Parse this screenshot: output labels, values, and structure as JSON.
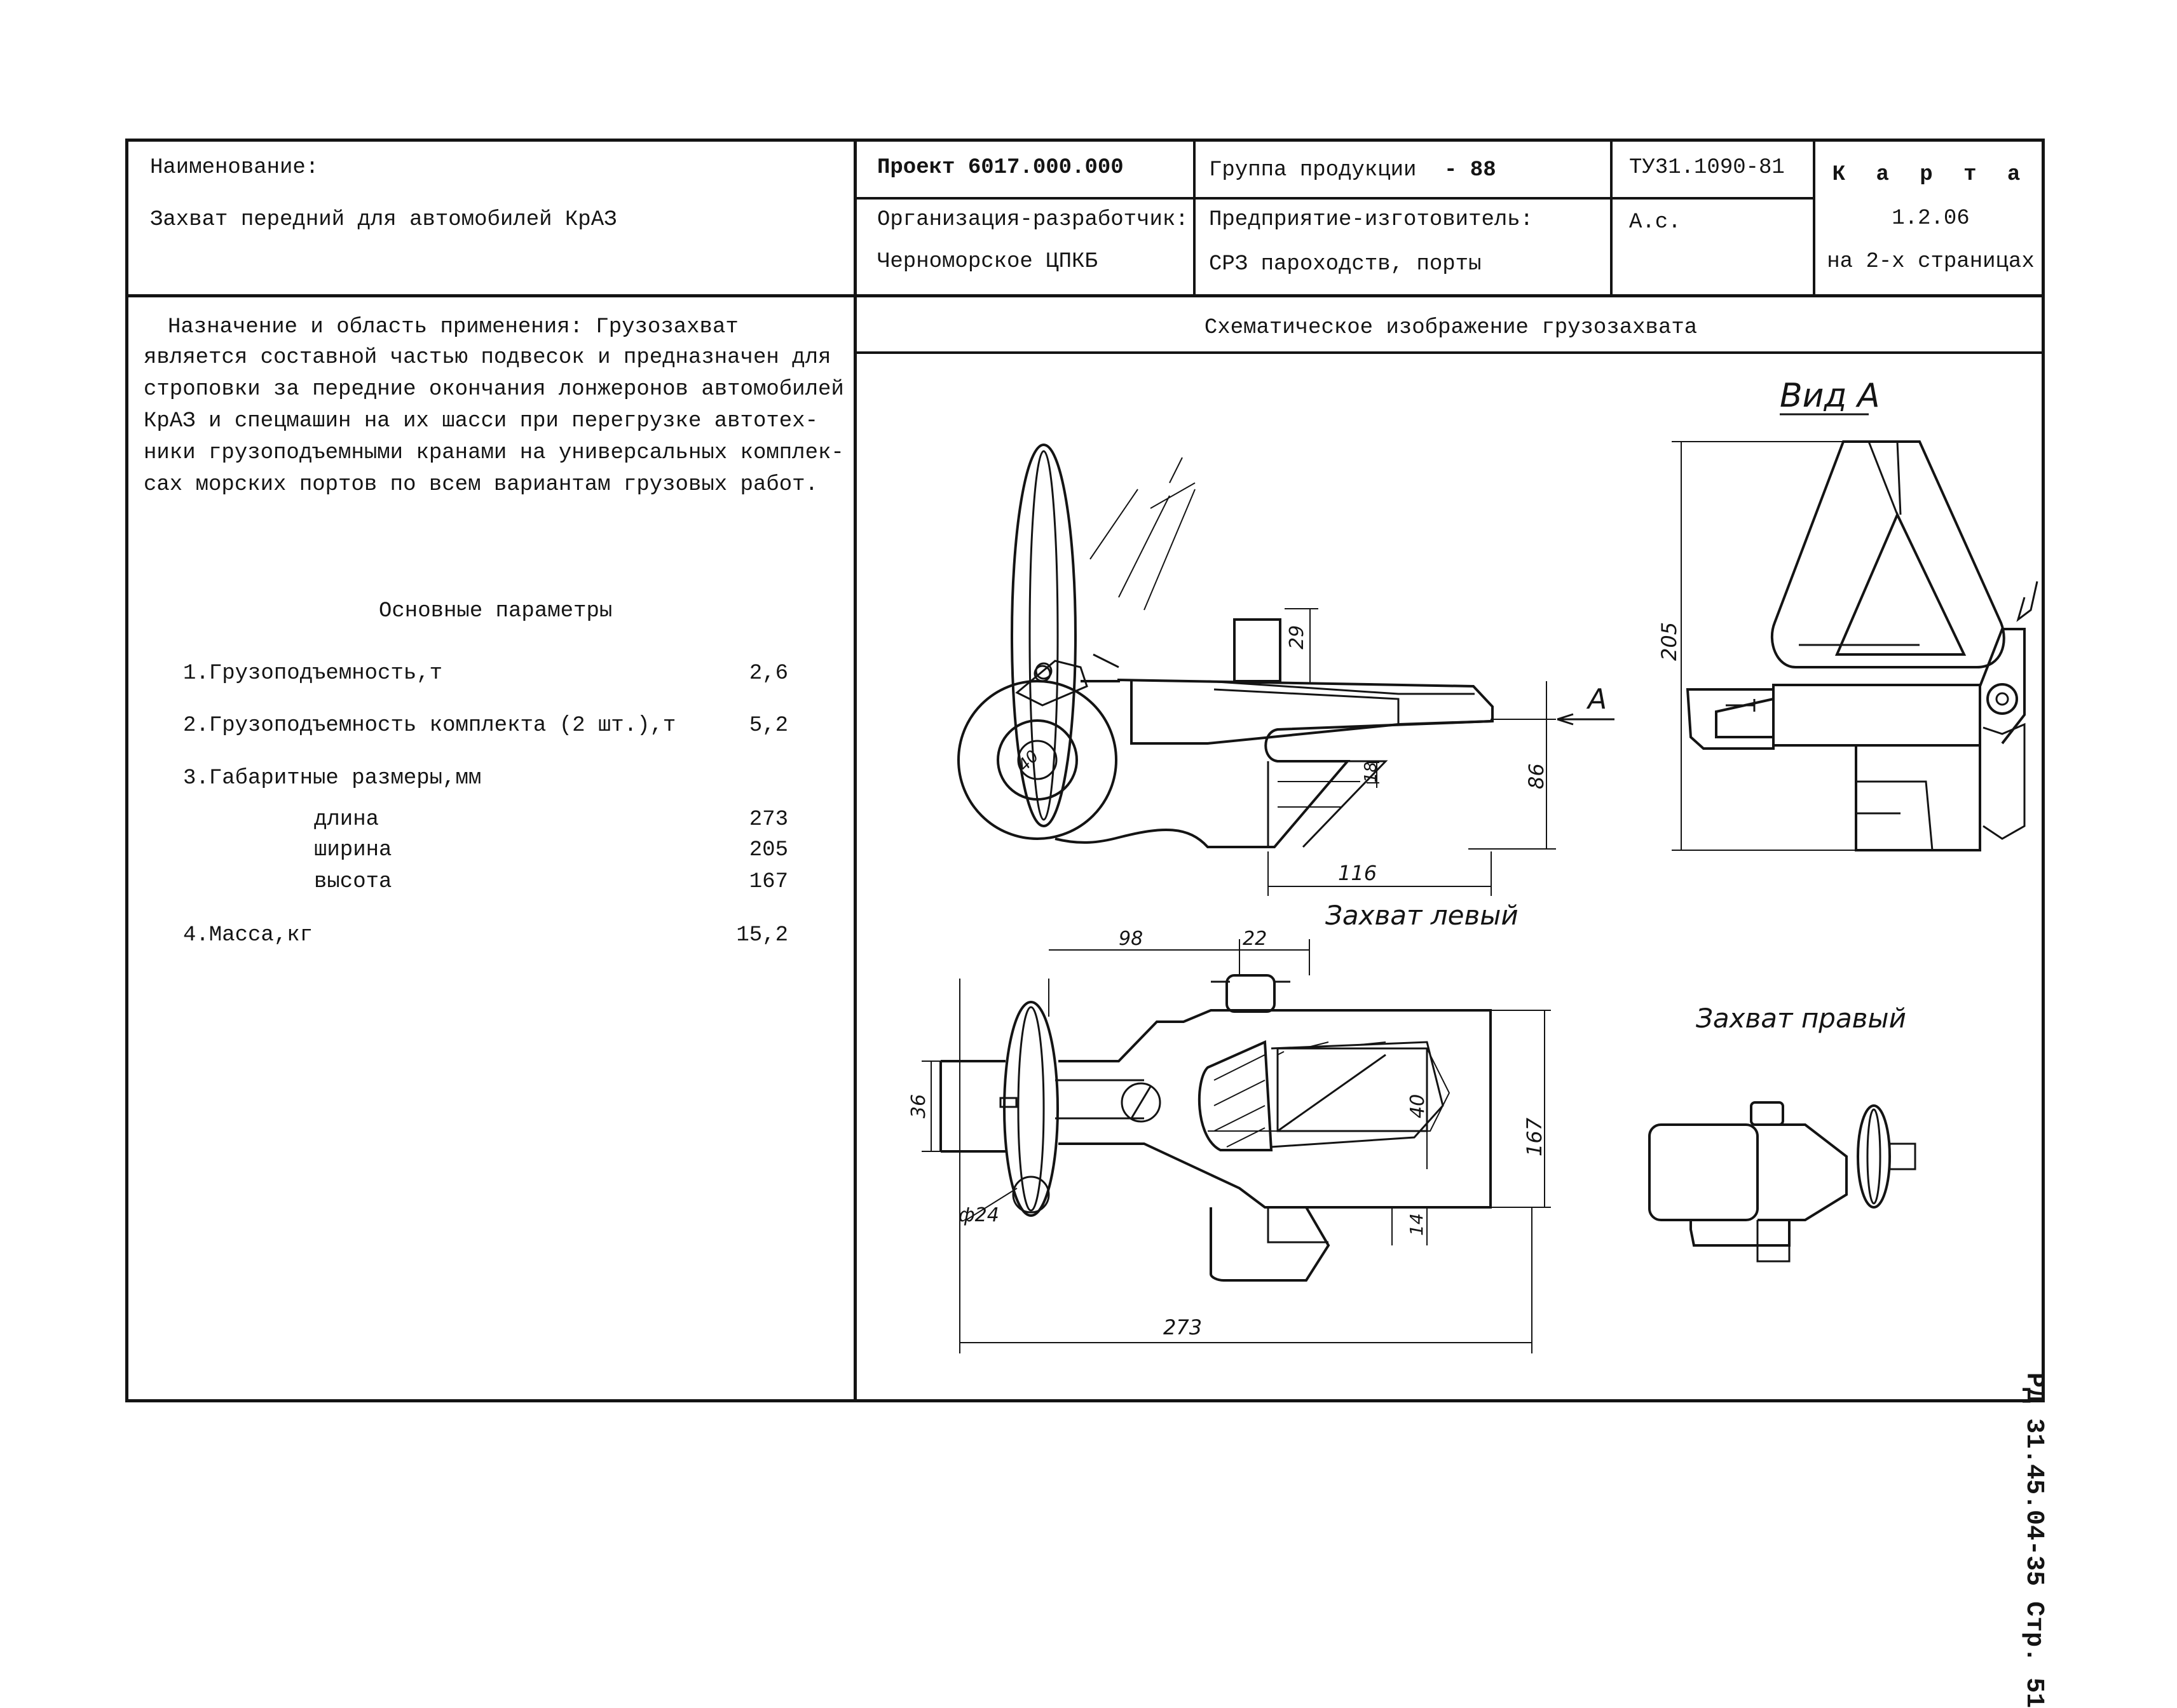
{
  "header": {
    "name_label": "Наименование:",
    "name_value": "Захват передний для автомобилей КрАЗ",
    "project": "Проект 6017.000.000",
    "product_group": "Группа продукции",
    "product_group_code": "- 88",
    "tu": "ТУ31.1090-81",
    "card_title": "К а р т а",
    "card_number": "1.2.06",
    "card_pages": "на 2-х страницах",
    "developer_label": "Организация-разработчик:",
    "developer_value": "Черноморское ЦПКБ",
    "manufacturer_label": "Предприятие-изготовитель:",
    "manufacturer_value": "СРЗ пароходств, порты",
    "doc_type": "А.с."
  },
  "purpose": {
    "lines": [
      "Назначение и область применения:    Грузозахват",
      "является составной частью подвесок и предназначен для",
      "строповки за передние окончания лонжеронов автомобилей",
      "КрАЗ и спецмашин на их шасси при перегрузке автотех-",
      "ники грузоподъемными кранами на универсальных комплек-",
      "сах морских портов по всем вариантам грузовых работ."
    ]
  },
  "params": {
    "title": "Основные параметры",
    "rows": [
      {
        "label": "1.Грузоподъемность,т",
        "value": "2,6"
      },
      {
        "label": "2.Грузоподъемность комплекта (2 шт.),т",
        "value": "5,2"
      },
      {
        "label": "3.Габаритные размеры,мм",
        "value": ""
      },
      {
        "label": "длина",
        "value": "273"
      },
      {
        "label": "ширина",
        "value": "205"
      },
      {
        "label": "высота",
        "value": "167"
      },
      {
        "label": "4.Масса,кг",
        "value": "15,2"
      }
    ]
  },
  "drawing": {
    "title": "Схематическое изображение грузозахвата",
    "view_a": "Вид А",
    "left_caption": "Захват левый",
    "right_caption": "Захват правый",
    "arrow_label": "А",
    "dims": {
      "d29": "29",
      "d86": "86",
      "d116": "116",
      "d18": "18",
      "d40a": "40",
      "d98": "98",
      "d22": "22",
      "d36": "36",
      "d40b": "40",
      "d167": "167",
      "d24": "ф24",
      "d14": "14",
      "d273": "273",
      "d205": "205"
    }
  },
  "side_code": "РД 31.45.04-35 Стр. 51"
}
